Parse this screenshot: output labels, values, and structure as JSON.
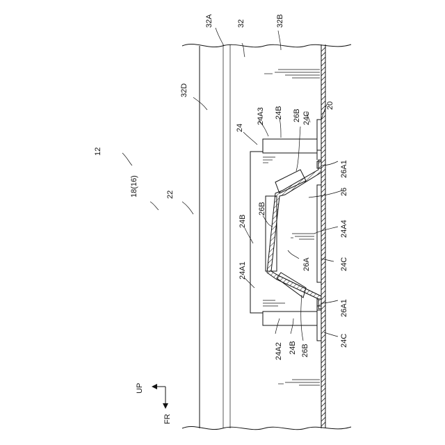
{
  "labels": {
    "l_32A": "32A",
    "l_32": "32",
    "l_32B": "32B",
    "l_32D": "32D",
    "l_20": "20",
    "l_24C_top": "24C",
    "l_24": "24",
    "l_24A3": "24A3",
    "l_24B_top": "24B",
    "l_26B_top": "26B",
    "l_26A1_top": "26A1",
    "l_26": "26",
    "l_12": "12",
    "l_18_16": "18(16)",
    "l_22": "22",
    "l_26B_mid": "26B",
    "l_24B_left": "24B",
    "l_24A4": "24A4",
    "l_26A": "26A",
    "l_24C_mid": "24C",
    "l_24A1": "24A1",
    "l_26A1_bot": "26A1",
    "l_24C_bot": "24C",
    "l_24A2": "24A2",
    "l_24B_bot": "24B",
    "l_26B_bot": "26B",
    "l_UP": "UP",
    "l_FR": "FR"
  }
}
